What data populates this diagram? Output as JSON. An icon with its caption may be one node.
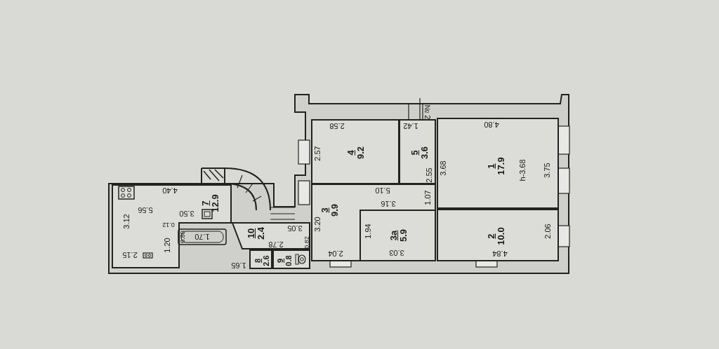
{
  "diagram": {
    "nodes": [
      {
        "text": [
          "4",
          "9.2"
        ]
      },
      {
        "text": [
          "5",
          "3.6"
        ]
      },
      {
        "text": [
          "1",
          "17.9"
        ]
      },
      {
        "text": [
          "7",
          "12.9"
        ]
      },
      {
        "text": [
          "3",
          "9.9"
        ]
      },
      {
        "text": [
          "10",
          "2.4"
        ]
      },
      {
        "text": [
          "3a",
          "5.9"
        ]
      },
      {
        "text": [
          "2",
          "10.0"
        ]
      },
      {
        "text": [
          "8",
          "2.6"
        ]
      },
      {
        "text": [
          "9",
          "0.8"
        ]
      }
    ],
    "labels": [
      "№ 2",
      "2.58",
      "1.42",
      "4.80",
      "2.57",
      "3.68",
      "2.55",
      "h-3.68",
      "3.75",
      "5.10",
      "3.16",
      "1.07",
      "4.40",
      "5.56",
      "3.12",
      "3.50",
      "0.12",
      "1.70",
      "0.80",
      "1.20",
      "3.05",
      "0.82",
      "2.78",
      "3.20",
      "1.94",
      "2.06",
      "2.15",
      "1.65",
      "2.04",
      "3.03",
      "4.84"
    ]
  }
}
